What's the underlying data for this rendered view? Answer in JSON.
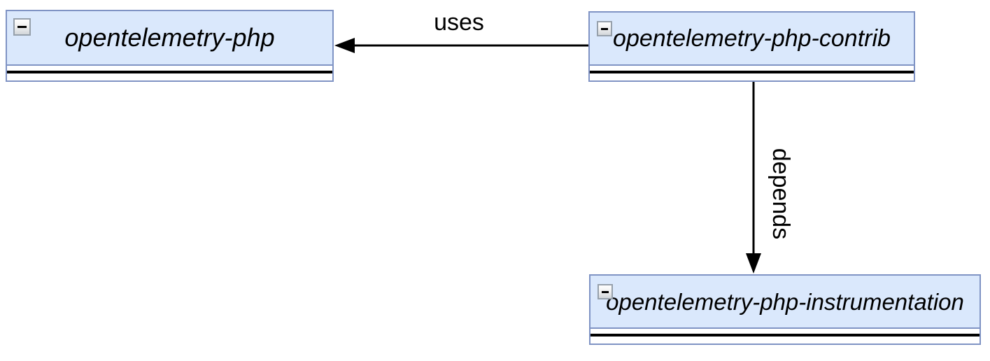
{
  "diagram": {
    "type": "uml-package-diagram",
    "nodes": [
      {
        "id": "php",
        "label": "opentelemetry-php",
        "collapse_icon": "minus-icon",
        "collapsed": false
      },
      {
        "id": "contrib",
        "label": "opentelemetry-php-contrib",
        "collapse_icon": "minus-icon",
        "collapsed": false
      },
      {
        "id": "instrumentation",
        "label": "opentelemetry-php-instrumentation",
        "collapse_icon": "minus-icon",
        "collapsed": false
      }
    ],
    "edges": [
      {
        "label": "uses",
        "from": "opentelemetry-php-contrib",
        "to": "opentelemetry-php",
        "direction": "left",
        "arrowhead": "filled-triangle"
      },
      {
        "label": "depends",
        "from": "opentelemetry-php-contrib",
        "to": "opentelemetry-php-instrumentation",
        "direction": "down",
        "arrowhead": "filled-triangle"
      }
    ]
  },
  "colors": {
    "canvas-bg": "#ffffff",
    "node-fill": "#dae8fc",
    "node-border": "#7f93c4",
    "edge-color": "#000000",
    "collapse-border": "#96a0ab"
  }
}
